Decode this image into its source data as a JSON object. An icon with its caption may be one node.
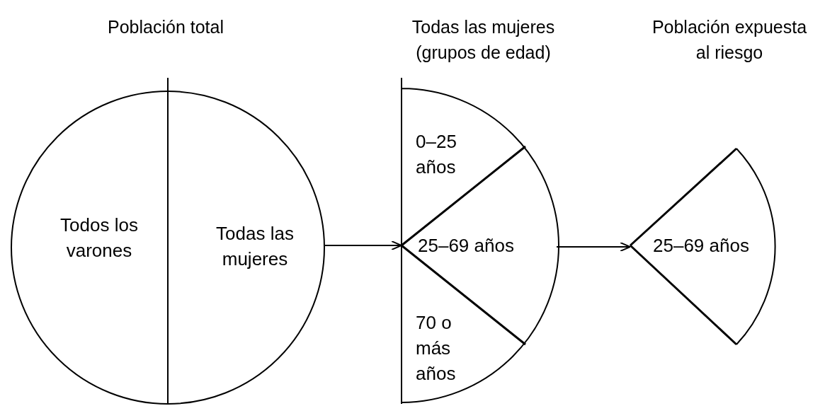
{
  "diagram": {
    "nodes": [
      {
        "text": [
          "Población total"
        ]
      },
      {
        "text": [
          "Todos los varones"
        ],
        "in": 0
      },
      {
        "text": [
          "Todas las mujeres"
        ],
        "in": 0
      },
      {
        "text": [
          "Todas las mujeres (grupos de edad)"
        ]
      },
      {
        "text": [
          "0–25 años"
        ],
        "in": 3
      },
      {
        "text": [
          "25–69 años"
        ],
        "in": 3
      },
      {
        "text": [
          "70 o más años"
        ],
        "in": 3
      },
      {
        "text": [
          "Población expuesta al riesgo"
        ]
      },
      {
        "text": [
          "25–69 años"
        ],
        "in": 7
      }
    ],
    "edges": [
      {
        "from": 2,
        "to": 3,
        "arrow": "to"
      },
      {
        "from": 5,
        "to": 7,
        "arrow": "to"
      }
    ]
  }
}
